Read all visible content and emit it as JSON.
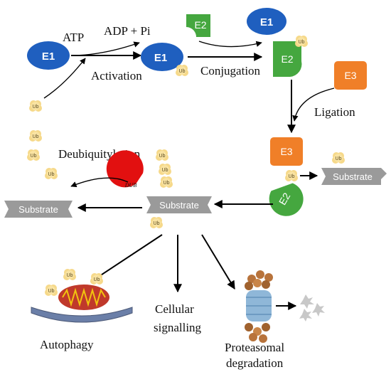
{
  "nodes": {
    "e1_first": "E1",
    "e1_second": "E1",
    "e1_third": "E1",
    "e2_first": "E2",
    "e2_second": "E2",
    "e2_third": "E2",
    "e3_first": "E3",
    "e3_second": "E3",
    "dub": "DUB",
    "ub": "Ub",
    "substrate": "Substrate"
  },
  "labels": {
    "atp": "ATP",
    "adp_pi": "ADP + Pi",
    "activation": "Activation",
    "conjugation": "Conjugation",
    "ligation": "Ligation",
    "deubiquitylation": "Deubiquitylation",
    "autophagy": "Autophagy",
    "cellular": "Cellular",
    "signalling": "signalling",
    "proteasomal": "Proteasomal",
    "degradation": "degradation"
  },
  "colors": {
    "e1": "#1f5fbf",
    "e2": "#45a73f",
    "e3": "#f07f28",
    "ub": "#f6d98a",
    "dub": "#e21010",
    "substrate": "#9a9a9a",
    "mito_outer": "#c0392b",
    "mito_inner": "#f1c40f",
    "membrane": "#6b7fa8",
    "proteasome_cap": "#b8733b",
    "proteasome_core": "#8fb7d8"
  }
}
